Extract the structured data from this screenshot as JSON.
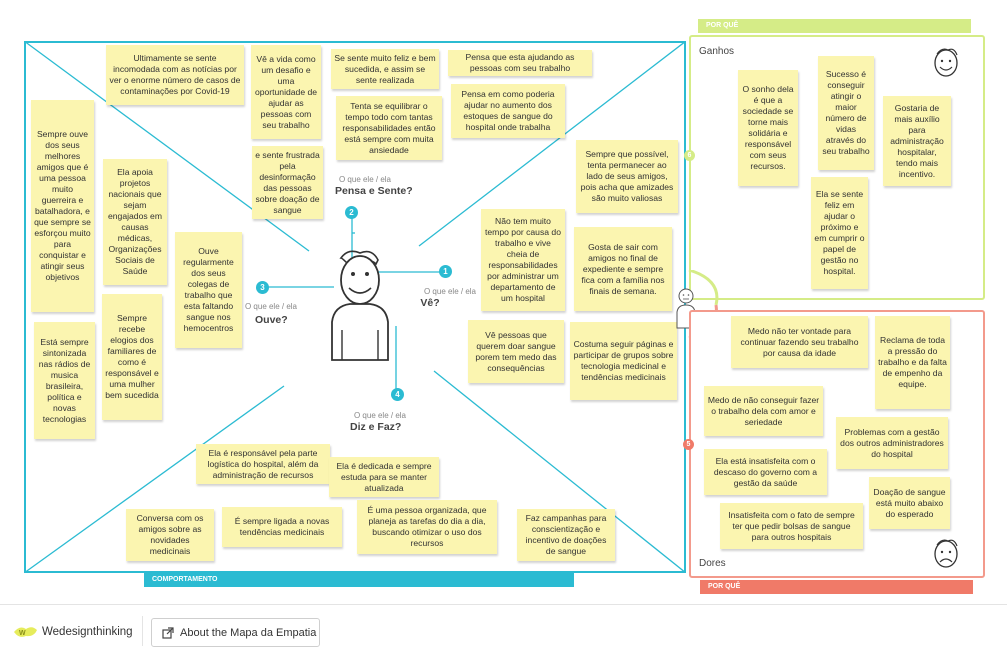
{
  "quadrants": {
    "think": {
      "question": "O que ele / ela",
      "title": "Pensa e Sente?",
      "num": "2"
    },
    "see": {
      "question": "O que ele / ela",
      "title": "Vê?",
      "num": "1"
    },
    "hear": {
      "question": "O que ele / ela",
      "title": "Ouve?",
      "num": "3"
    },
    "do": {
      "question": "O que ele / ela",
      "title": "Diz e Faz?",
      "num": "4"
    }
  },
  "bars": {
    "behavior": "COMPORTAMENTO",
    "why_gains": "POR QUÊ",
    "why_pains": "POR QUÊ"
  },
  "gains": {
    "title": "Ganhos",
    "num": "6"
  },
  "pains": {
    "title": "Dores",
    "num": "5"
  },
  "notes": {
    "n1": "Ultimamente se sente incomodada com as notícias por ver o enorme número de casos de contaminações por Covid-19",
    "n2": "Vê a vida como um desafio e uma oportunidade de ajudar as pessoas com seu trabalho",
    "n3": "Se sente muito feliz e bem sucedida, e assim se sente realizada",
    "n4": "Pensa que esta ajudando as pessoas com seu trabalho",
    "n5": "Tenta se equilibrar o tempo todo com tantas responsabilidades então está sempre com muita ansiedade",
    "n6": "Pensa em como poderia ajudar no aumento dos estoques de sangue do hospital onde trabalha",
    "n7": "e sente frustrada pela desinformação das pessoas sobre doação de sangue",
    "n8": "Sempre ouve dos seus melhores amigos que é uma pessoa muito guerreira e batalhadora, e que sempre se esforçou muito para conquistar e atingir seus objetivos",
    "n9": "Ela apoia projetos nacionais que sejam engajados em causas médicas, Organizações Sociais de Saúde",
    "n10": "Ouve regularmente dos seus colegas de trabalho que esta faltando sangue nos hemocentros",
    "n11": "Está sempre sintonizada nas rádios de musica brasileira, política e novas tecnologias",
    "n12": "Sempre recebe elogios dos familiares de como é responsável e uma mulher bem sucedida",
    "n13": "Sempre que possível, tenta permanecer ao lado de seus amigos, pois acha que amizades são muito valiosas",
    "n14": "Não tem muito tempo por causa do trabalho e vive cheia de responsabilidades por administrar um departamento de um hospital",
    "n15": "Gosta de sair com amigos no final de expediente e sempre fica com a família nos finais de semana.",
    "n16": "Vê pessoas que querem doar sangue porem tem medo das consequências",
    "n17": "Costuma seguir páginas e participar de grupos sobre tecnologia medicinal e tendências medicinais",
    "n18": "Ela é responsável pela parte logística do hospital, além da administração de recursos",
    "n19": "Ela é dedicada e sempre estuda para se manter atualizada",
    "n20": "Conversa com os amigos sobre as novidades medicinais",
    "n21": "É sempre ligada a novas tendências medicinais",
    "n22": "É uma pessoa organizada, que planeja as tarefas do dia a dia, buscando otimizar o uso dos recursos",
    "n23": "Faz campanhas para conscientização e incentivo de doações de sangue",
    "g1": "O sonho dela é que a sociedade se torne mais solidária e responsável com seus recursos.",
    "g2": "Sucesso é conseguir atingir o maior número de vidas através do seu trabalho",
    "g3": "Gostaria de mais auxílio para administração hospitalar, tendo mais incentivo.",
    "g4": "Ela se sente feliz em ajudar o próximo e em cumprir o papel de gestão no hospital.",
    "p1": "Medo não ter vontade para continuar fazendo seu trabalho por causa da idade",
    "p2": "Reclama de toda a pressão do trabalho e da falta de empenho da equipe.",
    "p3": "Medo de não conseguir fazer o trabalho dela com amor e seriedade",
    "p4": "Problemas com a gestão dos outros administradores do hospital",
    "p5": "Ela está insatisfeita com o descaso do governo com a gestão da saúde",
    "p6": "Doação de sangue está muito abaixo do esperado",
    "p7": "Insatisfeita com o fato de sempre ter que pedir bolsas de sangue para outros hospitais"
  },
  "footer": {
    "logo_text": "Wedesignthinking",
    "about_label": "About the Mapa da Empatia"
  },
  "colors": {
    "teal": "#2bbbd2",
    "green": "#d5ec87",
    "red": "#f07a68",
    "note": "#fbf5b0"
  }
}
